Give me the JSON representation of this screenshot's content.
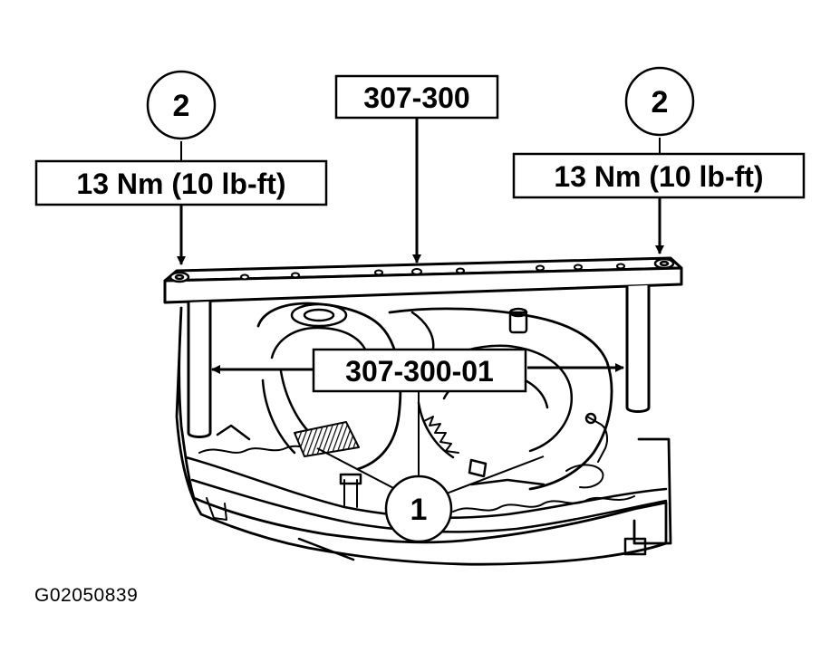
{
  "callouts": {
    "left_number": "2",
    "right_number": "2",
    "bottom_number": "1",
    "left_torque": "13 Nm (10 lb-ft)",
    "right_torque": "13 Nm (10 lb-ft)",
    "tool_top": "307-300",
    "tool_middle": "307-300-01"
  },
  "figure_id": "G02050839",
  "colors": {
    "ink": "#000000",
    "paper": "#ffffff"
  }
}
